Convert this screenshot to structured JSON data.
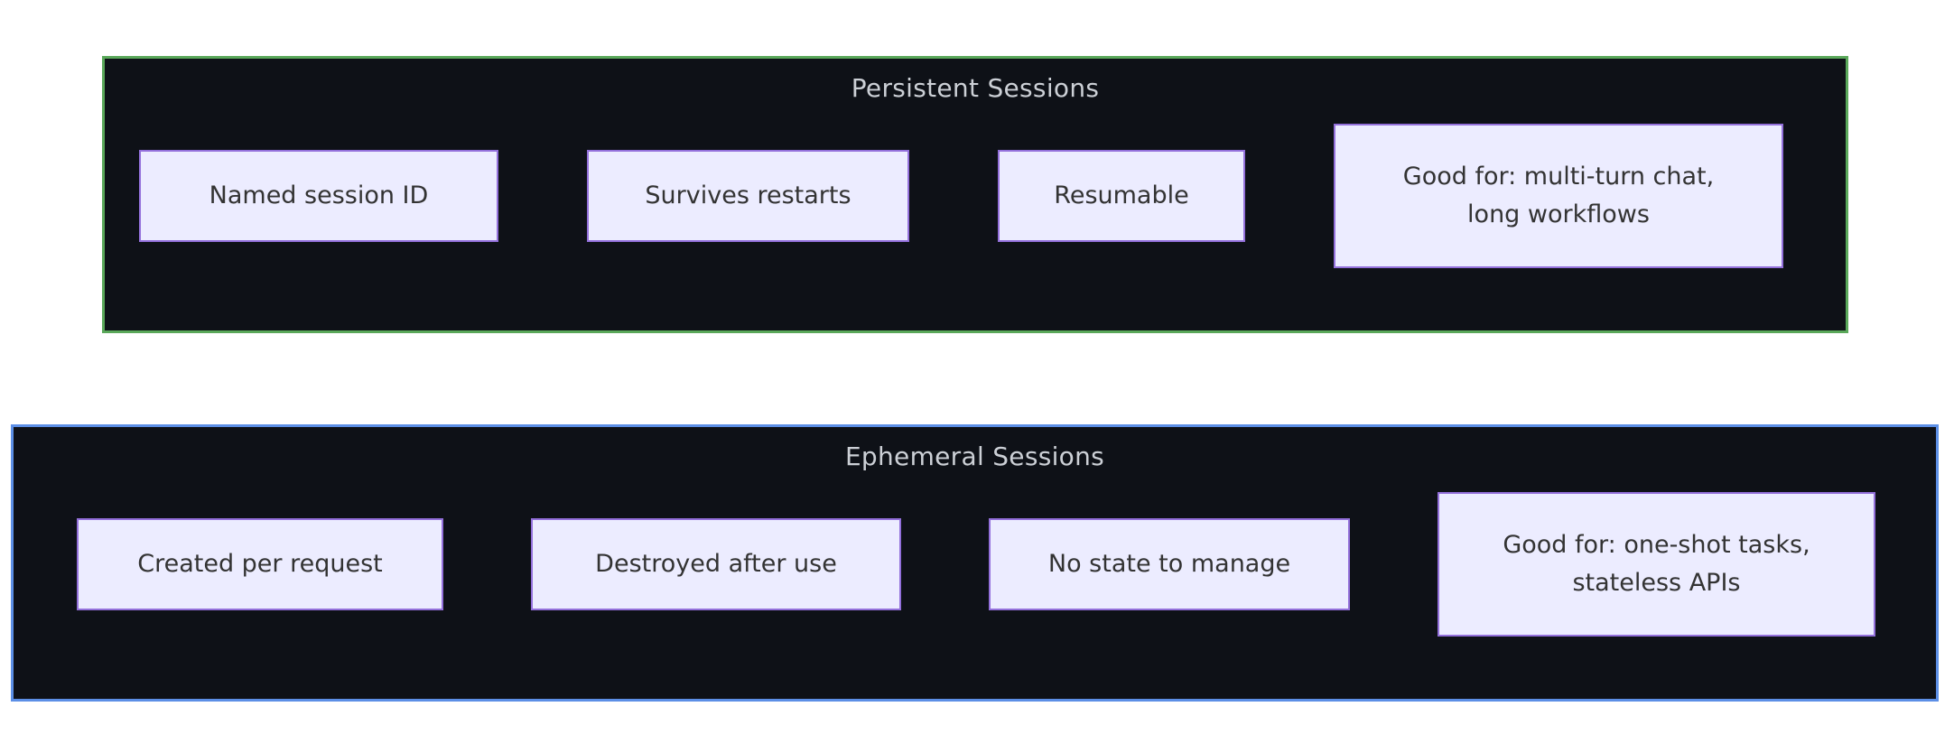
{
  "diagram": {
    "background_color": "#ffffff",
    "container_fill": "#0e1117",
    "node_fill": "#ececff",
    "node_border_color": "#9370db",
    "node_text_color": "#333333",
    "title_text_color": "#ccd0d6",
    "groups": [
      {
        "title": "Persistent Sessions",
        "border_color": "#5aa85a",
        "boxes": [
          {
            "label": "Named session ID"
          },
          {
            "label": "Survives restarts"
          },
          {
            "label": "Resumable"
          },
          {
            "label": "Good for: multi-turn chat,\nlong workflows"
          }
        ]
      },
      {
        "title": "Ephemeral Sessions",
        "border_color": "#5c8fe6",
        "boxes": [
          {
            "label": "Created per request"
          },
          {
            "label": "Destroyed after use"
          },
          {
            "label": "No state to manage"
          },
          {
            "label": "Good for: one-shot tasks,\nstateless APIs"
          }
        ]
      }
    ]
  }
}
